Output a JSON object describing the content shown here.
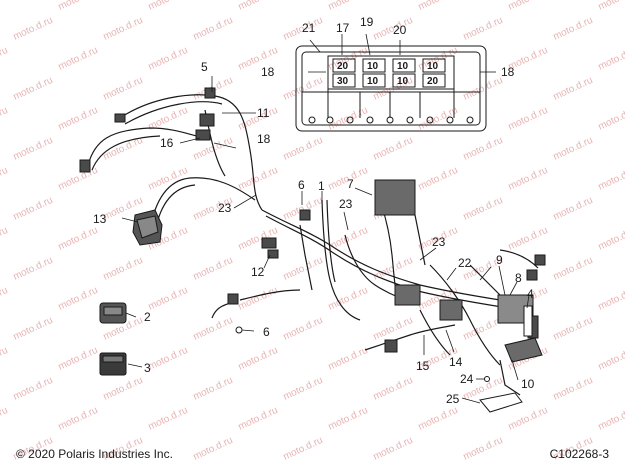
{
  "footer": {
    "copyright": "© 2020 Polaris Industries Inc.",
    "diagram_id": "C102268-3"
  },
  "watermark": "moto.d.ru",
  "fuse_box": {
    "fuse_values": [
      "20",
      "10",
      "10",
      "10",
      "30",
      "10",
      "10",
      "20"
    ]
  },
  "callouts": [
    "1",
    "2",
    "3",
    "4",
    "5",
    "6",
    "6",
    "7",
    "8",
    "9",
    "10",
    "11",
    "12",
    "13",
    "14",
    "15",
    "16",
    "17",
    "18",
    "18",
    "18",
    "19",
    "20",
    "21",
    "22",
    "23",
    "23",
    "23",
    "24",
    "25"
  ],
  "colors": {
    "line": "#1a1a1a",
    "watermark": "#e8b3b3",
    "part_fill": "#4a4a4a"
  }
}
